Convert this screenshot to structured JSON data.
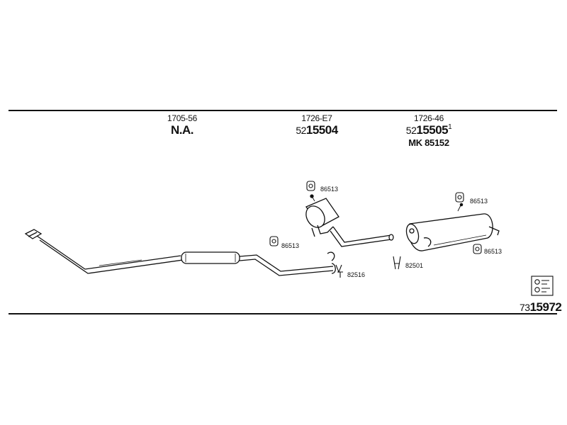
{
  "columns": [
    {
      "code": "1705-56",
      "part_main": "N.A."
    },
    {
      "code": "1726-E7",
      "part_prefix": "52",
      "part_main": "15504"
    },
    {
      "code": "1726-46",
      "part_prefix": "52",
      "part_main": "15505",
      "part_sup": "1",
      "mk": "MK  85152"
    }
  ],
  "labels": {
    "hanger_top_mid": "86513",
    "hanger_left_mid": "86513",
    "hanger_top_right": "86513",
    "hanger_bottom_right": "86513",
    "clamp_mid": "82516",
    "clamp_right": "82501"
  },
  "footer": {
    "prefix": "73",
    "main": "15972"
  }
}
